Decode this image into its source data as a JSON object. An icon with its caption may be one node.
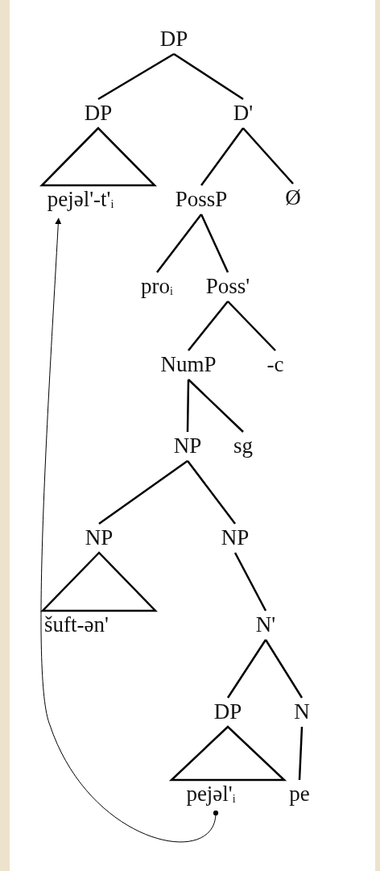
{
  "diagram": {
    "nodes": [
      {
        "text": [
          "DP"
        ]
      },
      {
        "text": [
          "DP"
        ]
      },
      {
        "text": [
          "D'"
        ]
      },
      {
        "text": [
          "pejəl'-t'$_{i}$"
        ]
      },
      {
        "text": [
          "PossP"
        ]
      },
      {
        "text": [
          "Ø"
        ]
      },
      {
        "text": [
          "pro$_{i}$"
        ]
      },
      {
        "text": [
          "Poss'"
        ]
      },
      {
        "text": [
          "NumP"
        ]
      },
      {
        "text": [
          "-c"
        ]
      },
      {
        "text": [
          "NP"
        ]
      },
      {
        "text": [
          "sg"
        ]
      },
      {
        "text": [
          "NP"
        ]
      },
      {
        "text": [
          "NP"
        ]
      },
      {
        "text": [
          "šuft-ən'"
        ]
      },
      {
        "text": [
          "N'"
        ]
      },
      {
        "text": [
          "DP"
        ]
      },
      {
        "text": [
          "N"
        ]
      },
      {
        "text": [
          "pejəl'$_{i}$"
        ]
      },
      {
        "text": [
          "pe"
        ]
      }
    ],
    "edges": [
      {
        "from": 0,
        "to": 1,
        "arrow": "none"
      },
      {
        "from": 0,
        "to": 2,
        "arrow": "none"
      },
      {
        "from": 1,
        "to": 3,
        "arrow": "none"
      },
      {
        "from": 2,
        "to": 4,
        "arrow": "none"
      },
      {
        "from": 2,
        "to": 5,
        "arrow": "none"
      },
      {
        "from": 4,
        "to": 6,
        "arrow": "none"
      },
      {
        "from": 4,
        "to": 7,
        "arrow": "none"
      },
      {
        "from": 7,
        "to": 8,
        "arrow": "none"
      },
      {
        "from": 7,
        "to": 9,
        "arrow": "none"
      },
      {
        "from": 8,
        "to": 10,
        "arrow": "none"
      },
      {
        "from": 8,
        "to": 11,
        "arrow": "none"
      },
      {
        "from": 10,
        "to": 12,
        "arrow": "none"
      },
      {
        "from": 10,
        "to": 13,
        "arrow": "none"
      },
      {
        "from": 12,
        "to": 14,
        "arrow": "none"
      },
      {
        "from": 13,
        "to": 15,
        "arrow": "none"
      },
      {
        "from": 15,
        "to": 16,
        "arrow": "none"
      },
      {
        "from": 15,
        "to": 17,
        "arrow": "none"
      },
      {
        "from": 16,
        "to": 18,
        "arrow": "none"
      },
      {
        "from": 17,
        "to": 19,
        "arrow": "none"
      },
      {
        "from": 18,
        "to": 3,
        "arrow": "to"
      }
    ]
  }
}
